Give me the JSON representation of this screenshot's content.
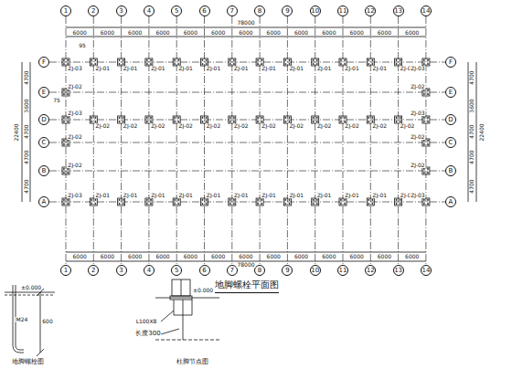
{
  "diagram": {
    "title": "地脚螺栓平面图",
    "nodes": [
      {
        "text": [
          "1"
        ]
      },
      {
        "text": [
          "2"
        ]
      },
      {
        "text": [
          "3"
        ]
      },
      {
        "text": [
          "4"
        ]
      },
      {
        "text": [
          "5"
        ]
      },
      {
        "text": [
          "6"
        ]
      },
      {
        "text": [
          "7"
        ]
      },
      {
        "text": [
          "8"
        ]
      },
      {
        "text": [
          "9"
        ]
      },
      {
        "text": [
          "10"
        ]
      },
      {
        "text": [
          "11"
        ]
      },
      {
        "text": [
          "12"
        ]
      },
      {
        "text": [
          "13"
        ]
      },
      {
        "text": [
          "14"
        ]
      },
      {
        "text": [
          "1"
        ]
      },
      {
        "text": [
          "2"
        ]
      },
      {
        "text": [
          "3"
        ]
      },
      {
        "text": [
          "4"
        ]
      },
      {
        "text": [
          "5"
        ]
      },
      {
        "text": [
          "6"
        ]
      },
      {
        "text": [
          "7"
        ]
      },
      {
        "text": [
          "8"
        ]
      },
      {
        "text": [
          "9"
        ]
      },
      {
        "text": [
          "10"
        ]
      },
      {
        "text": [
          "11"
        ]
      },
      {
        "text": [
          "12"
        ]
      },
      {
        "text": [
          "13"
        ]
      },
      {
        "text": [
          "14"
        ]
      },
      {
        "text": [
          "F"
        ]
      },
      {
        "text": [
          "E"
        ]
      },
      {
        "text": [
          "D"
        ]
      },
      {
        "text": [
          "C"
        ]
      },
      {
        "text": [
          "B"
        ]
      },
      {
        "text": [
          "A"
        ]
      },
      {
        "text": [
          "F"
        ]
      },
      {
        "text": [
          "E"
        ]
      },
      {
        "text": [
          "D"
        ]
      },
      {
        "text": [
          "C"
        ]
      },
      {
        "text": [
          "B"
        ]
      },
      {
        "text": [
          "A"
        ]
      }
    ],
    "edges": [
      {
        "from": 0,
        "to": 14,
        "arrow": "none"
      },
      {
        "from": 1,
        "to": 15,
        "arrow": "none"
      },
      {
        "from": 2,
        "to": 16,
        "arrow": "none"
      },
      {
        "from": 3,
        "to": 17,
        "arrow": "none"
      },
      {
        "from": 4,
        "to": 18,
        "arrow": "none"
      },
      {
        "from": 5,
        "to": 19,
        "arrow": "none"
      },
      {
        "from": 6,
        "to": 20,
        "arrow": "none"
      },
      {
        "from": 7,
        "to": 21,
        "arrow": "none"
      },
      {
        "from": 8,
        "to": 22,
        "arrow": "none"
      },
      {
        "from": 9,
        "to": 23,
        "arrow": "none"
      },
      {
        "from": 10,
        "to": 24,
        "arrow": "none"
      },
      {
        "from": 11,
        "to": 25,
        "arrow": "none"
      },
      {
        "from": 12,
        "to": 26,
        "arrow": "none"
      },
      {
        "from": 13,
        "to": 27,
        "arrow": "none"
      },
      {
        "from": 28,
        "to": 34,
        "arrow": "none"
      },
      {
        "from": 29,
        "to": 35,
        "arrow": "none"
      },
      {
        "from": 30,
        "to": 36,
        "arrow": "none"
      },
      {
        "from": 31,
        "to": 37,
        "arrow": "none"
      },
      {
        "from": 32,
        "to": 38,
        "arrow": "none"
      },
      {
        "from": 33,
        "to": 39,
        "arrow": "none"
      }
    ],
    "labels": [
      "78000",
      "6000",
      "6000",
      "6000",
      "6000",
      "6000",
      "6000",
      "6000",
      "6000",
      "6000",
      "6000",
      "6000",
      "6000",
      "6000",
      "6000",
      "6000",
      "6000",
      "6000",
      "6000",
      "6000",
      "6000",
      "6000",
      "6000",
      "6000",
      "6000",
      "6000",
      "6000",
      "78000",
      "4700",
      "3600",
      "4700",
      "4700",
      "4700",
      "22400",
      "4700",
      "3600",
      "4700",
      "4700",
      "4700",
      "22400",
      "ZJ-01",
      "ZJ-01",
      "ZJ-01",
      "ZJ-01",
      "ZJ-01",
      "ZJ-01",
      "ZJ-01",
      "ZJ-01",
      "ZJ-01",
      "ZJ-01",
      "ZJ-01",
      "ZJ-01",
      "ZJ-02",
      "ZJ-02",
      "ZJ-02",
      "ZJ-02",
      "ZJ-02",
      "ZJ-02",
      "ZJ-02",
      "ZJ-02",
      "ZJ-02",
      "ZJ-02",
      "ZJ-02",
      "ZJ-02",
      "ZJ-01",
      "ZJ-01",
      "ZJ-01",
      "ZJ-01",
      "ZJ-01",
      "ZJ-01",
      "ZJ-01",
      "ZJ-01",
      "ZJ-01",
      "ZJ-01",
      "ZJ-01",
      "ZJ-01",
      "ZJ-03",
      "ZJ-03",
      "ZJ-03",
      "ZJ-03",
      "ZJ-03",
      "ZJ-03",
      "ZJ-02",
      "ZJ-02",
      "ZJ-02",
      "ZJ-02",
      "ZJ-02",
      "ZJ-02",
      "95",
      "75",
      "±0.000",
      "M24",
      "600",
      "地脚螺栓图",
      "±0.000",
      "L100X8",
      "长度300",
      "柱脚节点图"
    ]
  }
}
